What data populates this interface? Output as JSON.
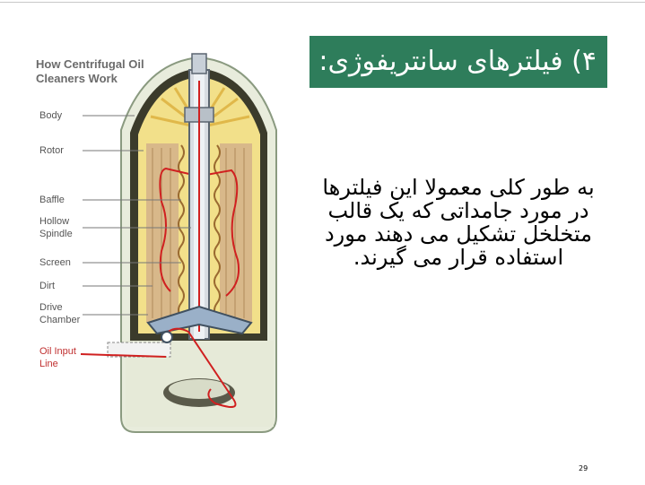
{
  "slide": {
    "title": "۴) فیلترهای سانتریفوژی:",
    "body": "به طور کلی معمولا این فیلترها در مورد جامداتی که یک قالب متخلخل تشکیل می دهند مورد استفاده قرار می گیرند.",
    "page_number": "29"
  },
  "figure": {
    "title_line1": "How Centrifugal Oil",
    "title_line2": "Cleaners Work",
    "labels": {
      "body": "Body",
      "rotor": "Rotor",
      "baffle": "Baffle",
      "hollow1": "Hollow",
      "hollow2": "Spindle",
      "screen": "Screen",
      "dirt": "Dirt",
      "drive1": "Drive",
      "drive2": "Chamber",
      "oil1": "Oil Input",
      "oil2": "Line"
    }
  }
}
